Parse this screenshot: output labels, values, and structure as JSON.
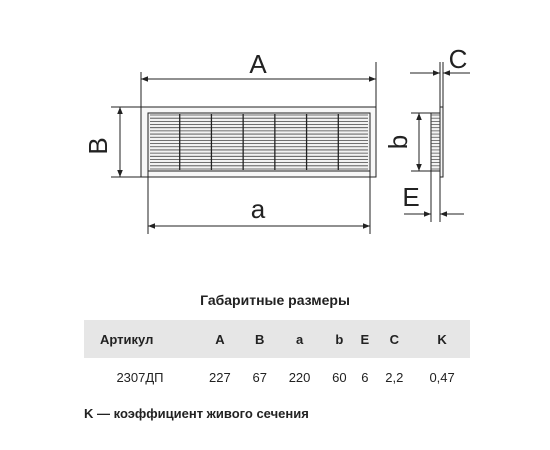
{
  "drawing": {
    "front_view": {
      "width_label": "A",
      "height_label": "B",
      "inner_width_label": "a",
      "slat_rows": 18,
      "vertical_dividers": 6
    },
    "side_view": {
      "depth_label": "C",
      "inner_height_label": "b",
      "flange_label": "E"
    }
  },
  "table": {
    "title": "Габаритные размеры",
    "headers": [
      "Артикул",
      "A",
      "B",
      "a",
      "b",
      "E",
      "C",
      "K"
    ],
    "rows": [
      [
        "2307ДП",
        "227",
        "67",
        "220",
        "60",
        "6",
        "2,2",
        "0,47"
      ]
    ]
  },
  "footnote": "K — коэффициент живого сечения",
  "colors": {
    "line": "#222222",
    "header_bg": "#e6e6e6",
    "grille_fill": "#f2f2f2"
  }
}
